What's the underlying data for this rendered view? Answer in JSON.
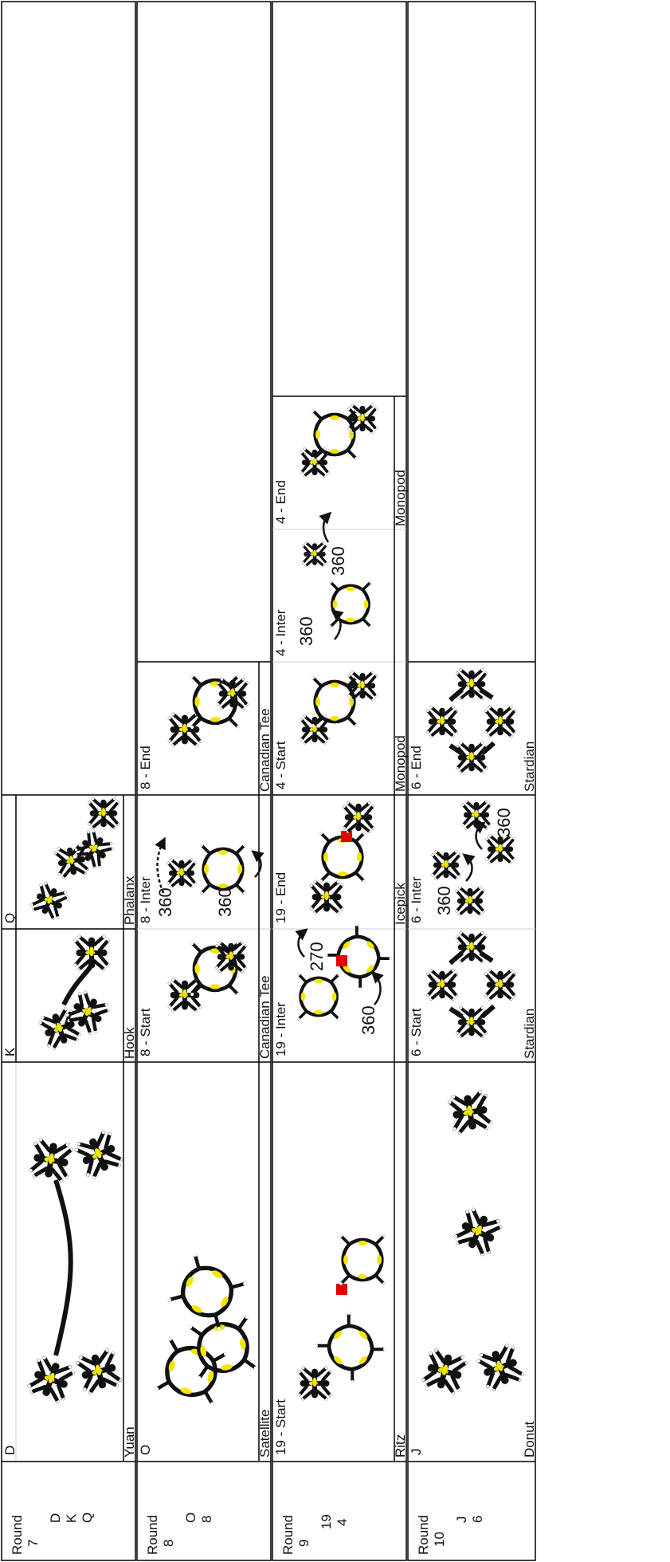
{
  "rounds": [
    {
      "title": "Round",
      "number": "7",
      "sequence": [
        "D",
        "K",
        "Q"
      ],
      "cells": [
        {
          "label": "D",
          "name": "Yuan"
        },
        {
          "label": "K",
          "name": "Hook"
        },
        {
          "label": "Q",
          "name": "Phalanx"
        }
      ]
    },
    {
      "title": "Round",
      "number": "8",
      "sequence": [
        "O",
        "8"
      ],
      "cells": [
        {
          "label": "O",
          "name": "Satellite"
        },
        {
          "label": "8 - Start",
          "name": "Canadian Tee"
        },
        {
          "label": "8 - Inter",
          "name": "",
          "rotations": [
            "360",
            "360"
          ]
        },
        {
          "label": "8 - End",
          "name": "Canadian Tee"
        }
      ]
    },
    {
      "title": "Round",
      "number": "9",
      "sequence": [
        "19",
        "4"
      ],
      "cells": [
        {
          "label": "19 - Start",
          "name": "Ritz"
        },
        {
          "label": "19 - Inter",
          "name": "",
          "rotations": [
            "360",
            "270"
          ]
        },
        {
          "label": "19 - End",
          "name": "Icepick"
        },
        {
          "label": "4 - Start",
          "name": "Monopod"
        },
        {
          "label": "4 - Inter",
          "name": "",
          "rotations": [
            "360",
            "360"
          ]
        },
        {
          "label": "4 - End",
          "name": "Monopod"
        }
      ]
    },
    {
      "title": "Round",
      "number": "10",
      "sequence": [
        "J",
        "6"
      ],
      "cells": [
        {
          "label": "J",
          "name": "Donut"
        },
        {
          "label": "6 - Start",
          "name": "Stardian"
        },
        {
          "label": "6 - Inter",
          "name": "",
          "rotations": [
            "360",
            "360"
          ]
        },
        {
          "label": "6 - End",
          "name": "Stardian"
        }
      ]
    }
  ],
  "colors": {
    "jumper": "#111111",
    "grip": "#f2e600",
    "highlight": "#e00000",
    "border": "#000000"
  }
}
